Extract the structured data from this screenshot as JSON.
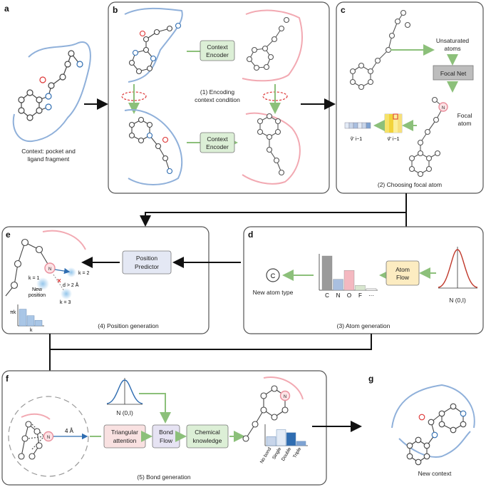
{
  "panels": {
    "a": {
      "letter": "a",
      "caption_line1": "Context: pocket and",
      "caption_line2": "ligand fragment"
    },
    "b": {
      "letter": "b",
      "encoder_label_top_line1": "Context",
      "encoder_label_top_line2": "Encoder",
      "encoder_label_bottom_line1": "Context",
      "encoder_label_bottom_line2": "Encoder",
      "caption_line1": "(1) Encoding",
      "caption_line2": "context condition"
    },
    "c": {
      "letter": "c",
      "unsaturated_line1": "Unsaturated",
      "unsaturated_line2": "atoms",
      "focal_net": "Focal Net",
      "focal_atom_line1": "Focal",
      "focal_atom_line2": "atom",
      "vec_v": "ṽ′ i−1",
      "vec_mat": "v⃗′ i−1",
      "caption": "(2) Choosing focal atom"
    },
    "d": {
      "letter": "d",
      "atom_flow_line1": "Atom",
      "atom_flow_line2": "Flow",
      "new_atom_type": "New atom type",
      "new_atom_symbol": "C",
      "bar_labels": [
        "C",
        "N",
        "O",
        "F",
        "···"
      ],
      "bar_values": [
        1.0,
        0.32,
        0.58,
        0.14,
        0.05
      ],
      "bar_colors": [
        "#9a9a9a",
        "#a9bfe0",
        "#f4b8c0",
        "#d8e6cf",
        "#eeeeee"
      ],
      "normal_label": "N (0,I)",
      "caption": "(3) Atom generation"
    },
    "e": {
      "letter": "e",
      "predictor_line1": "Position",
      "predictor_line2": "Predictor",
      "k1": "k = 1",
      "k2": "k = 2",
      "k3": "k = 3",
      "new_position_line1": "New",
      "new_position_line2": "position",
      "distance": "d > 2 Å",
      "pi_label": "πk",
      "k_axis": "k",
      "hist_values": [
        0.9,
        0.55,
        0.3
      ],
      "caption": "(4) Position generation"
    },
    "f": {
      "letter": "f",
      "radius": "4 Å",
      "normal_label": "N (0,I)",
      "triangular_line1": "Triangular",
      "triangular_line2": "attention",
      "bond_flow_line1": "Bond",
      "bond_flow_line2": "Flow",
      "chem_line1": "Chemical",
      "chem_line2": "knowledge",
      "bond_labels": [
        "No bond",
        "Single",
        "Double",
        "Triple"
      ],
      "bond_values": [
        0.45,
        0.8,
        0.65,
        0.22
      ],
      "bond_colors": [
        "#c7d5ea",
        "#e3ebf6",
        "#2f6db1",
        "#7ea3d3"
      ],
      "caption": "(5) Bond generation"
    },
    "g": {
      "letter": "g",
      "caption": "New context"
    }
  },
  "colors": {
    "green_arrow": "#8cc07a",
    "panel_border": "#555555",
    "pocket_blue": "#8fb0da",
    "pocket_pink": "#f2a9b2",
    "encoder_fill": "#dcefd6",
    "focal_net_fill": "#bdbdbd",
    "atom_flow_fill": "#fcecc1",
    "predictor_fill": "#e4e8f4",
    "tri_fill": "#f9e1e1",
    "bondflow_fill": "#e6e3f3",
    "chem_fill": "#dcefd6"
  }
}
